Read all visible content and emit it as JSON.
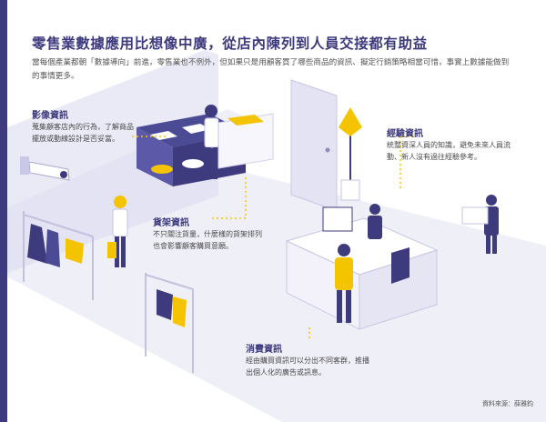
{
  "title": "零售業數據應用比想像中廣，從店內陳列到人員交接都有助益",
  "intro": "當每個產業都朝「數據導向」前進，零售業也不例外，但如果只是用顧客買了哪些商品的資訊、擬定行銷策略相當可惜，事實上數據能做到的事情更多。",
  "sections": {
    "video": {
      "label": "影像資訊",
      "text": "蒐集顧客店內的行為，了解商品擺放或動線設計是否妥當。"
    },
    "shelf": {
      "label": "貨架資訊",
      "text": "不只關注貨量，什麼樣的貨架排列也會影響顧客購買意願。"
    },
    "experience": {
      "label": "經驗資訊",
      "text": "統整資深人員的知識，避免未來人員流動、新人沒有過往經驗參考。"
    },
    "purchase": {
      "label": "消費資訊",
      "text": "經由購買資訊可以分出不同客群，推播出個人化的廣告或訊息。"
    }
  },
  "source": "資料來源：薛雅鈞",
  "colors": {
    "navy": "#3d3a7d",
    "accent": "#f5c400",
    "lavender": "#e9e8f6"
  }
}
